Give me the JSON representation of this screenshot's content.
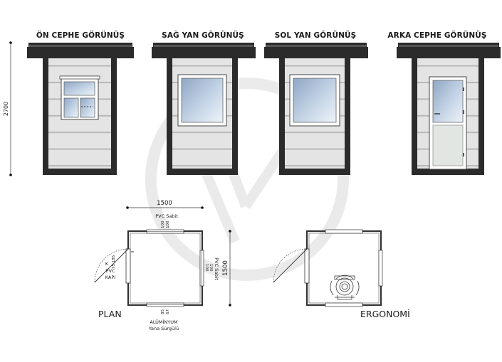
{
  "views": {
    "front": "ÖN CEPHE GÖRÜNÜŞ",
    "right": "SAĞ YAN GÖRÜNÜŞ",
    "left": "SOL YAN GÖRÜNÜŞ",
    "back": "ARKA CEPHE GÖRÜNÜŞ"
  },
  "dimensions": {
    "height": "2700",
    "width": "1500",
    "depth": "1500"
  },
  "plan": {
    "title": "PLAN",
    "top_window": "PVC Sabit",
    "top_dim_a": "100",
    "top_dim_b": "100",
    "right_window": "PVC Sabit",
    "right_dim_a": "100",
    "right_dim_b": "100",
    "door_k": "K",
    "door_dims": "75 185",
    "door_type": "PVC",
    "door_label": "KAPI",
    "bottom_dim_a": "85",
    "bottom_dim_b": "67",
    "bottom_window": "ALÜMİNYUM",
    "bottom_window_type": "Yana Sürgülü"
  },
  "ergonomi": {
    "title": "ERGONOMİ"
  },
  "colors": {
    "frame": "#2b2b2b",
    "cladding": "#e4e4e4",
    "glass_top": "#8fa6c4",
    "glass_bottom": "#e8f0f8"
  }
}
